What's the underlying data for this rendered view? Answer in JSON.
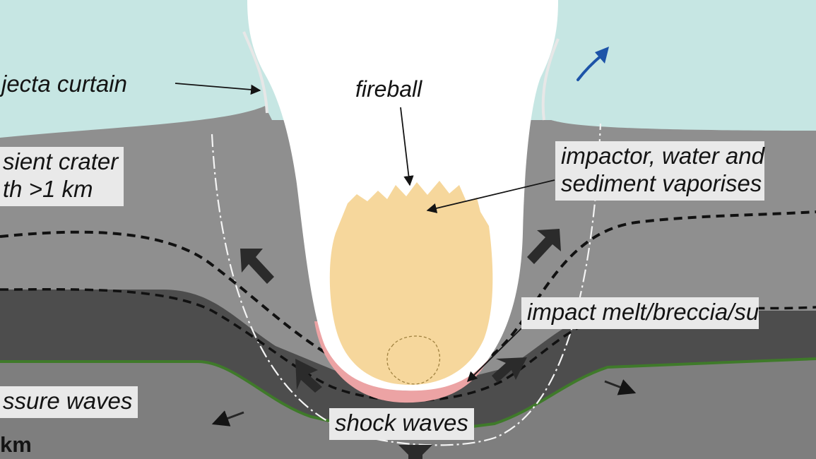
{
  "labels": {
    "ejecta_curtain": "jecta curtain",
    "fireball": "fireball",
    "transient_crater_line1": "sient crater",
    "transient_crater_line2": "th >1 km",
    "vaporises_line1": "impactor, water and",
    "vaporises_line2": "sediment vaporises",
    "impact_melt": "impact melt/breccia/su",
    "pressure_waves": "ssure waves",
    "shock_waves": "shock waves",
    "km_partial": "km"
  },
  "colors": {
    "sky": "#c6e6e3",
    "sediment": "#8f8f8f",
    "dark_layer": "#4d4d4d",
    "basement": "#7e7e7e",
    "fireball": "#ffffff",
    "vapour_core": "#f6d79c",
    "melt_rim": "#eca3a4",
    "green_line": "#3f7a2a",
    "arrow_blue": "#1d54a8",
    "arrow_dark": "#2b2b2b",
    "label_box": "#e9e9e9"
  }
}
